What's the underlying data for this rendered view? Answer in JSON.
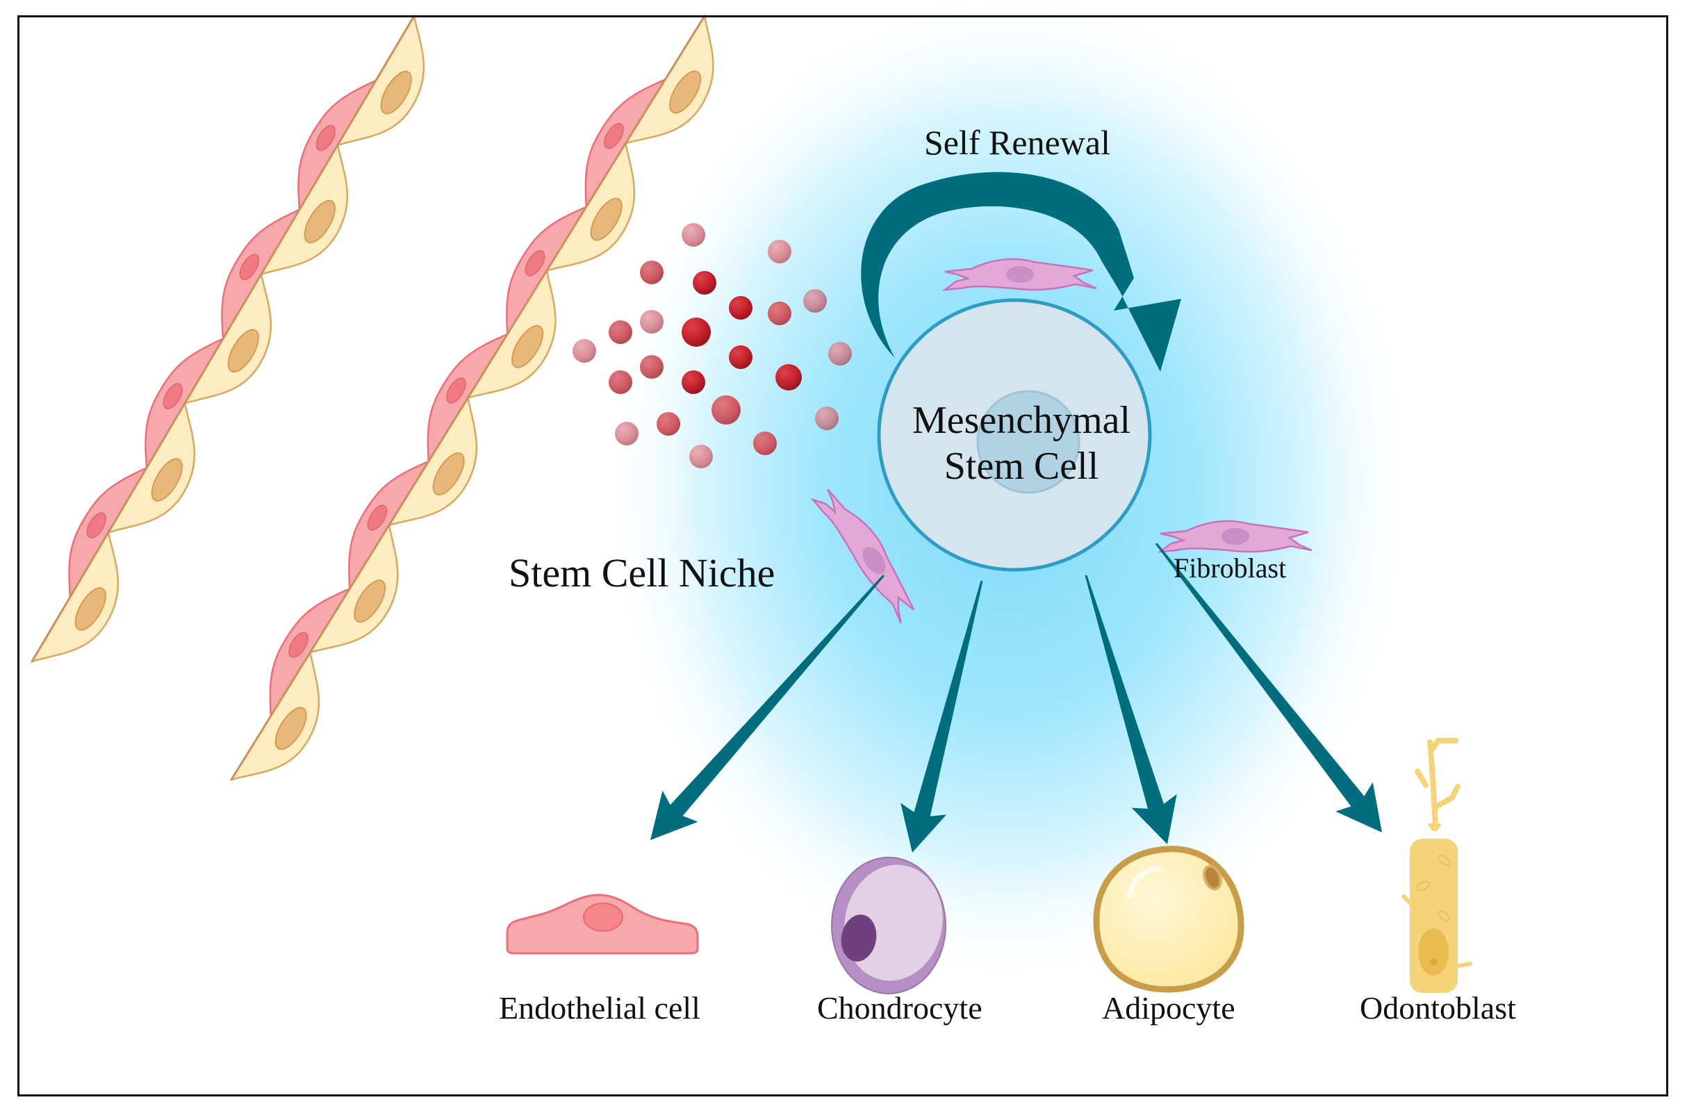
{
  "figure": {
    "title": "Mesenchymal stem cell niche and differentiation",
    "labels": {
      "self_renewal": "Self Renewal",
      "msc_line1": "Mesenchymal",
      "msc_line2": "Stem Cell",
      "niche": "Stem Cell Niche",
      "fibroblast": "Fibroblast"
    },
    "lineages": [
      {
        "id": "endothelial",
        "label": "Endothelial cell"
      },
      {
        "id": "chondrocyte",
        "label": "Chondrocyte"
      },
      {
        "id": "adipocyte",
        "label": "Adipocyte"
      },
      {
        "id": "odontoblast",
        "label": "Odontoblast"
      }
    ],
    "icons": {
      "blood_vessel": "blood-vessel-icon",
      "growth_factor": "growth-factor-particle-icon",
      "stem_cell": "stem-cell-icon",
      "fibroblast": "fibroblast-icon",
      "arrow": "arrow-icon"
    },
    "colors": {
      "arrow": "#006d7f",
      "niche_glow": "#7fdcfa",
      "msc_fill": "#d4e5ee",
      "msc_border": "#2e9cc4",
      "msc_nucleus": "#b0d2e2",
      "endothelial": "#f8a7ab",
      "endothelial_border": "#e8707a",
      "pericyte": "#fcecc0",
      "pericyte_border": "#d8a860",
      "pericyte_nucleus": "#e8b878",
      "fibroblast": "#e3a8d6",
      "fibroblast_border": "#c672bc",
      "chondrocyte_outer": "#b690c4",
      "chondrocyte_inner": "#e3d0e4",
      "chondrocyte_nucleus": "#70407e",
      "adipocyte": "#fdeeae",
      "adipocyte_border": "#c89c48",
      "odontoblast": "#f5d378",
      "particle_dark": "#c0202a",
      "particle_mid": "#cf5a64",
      "particle_light": "#d88e98",
      "particle_mauve": "#c68c9a"
    }
  }
}
